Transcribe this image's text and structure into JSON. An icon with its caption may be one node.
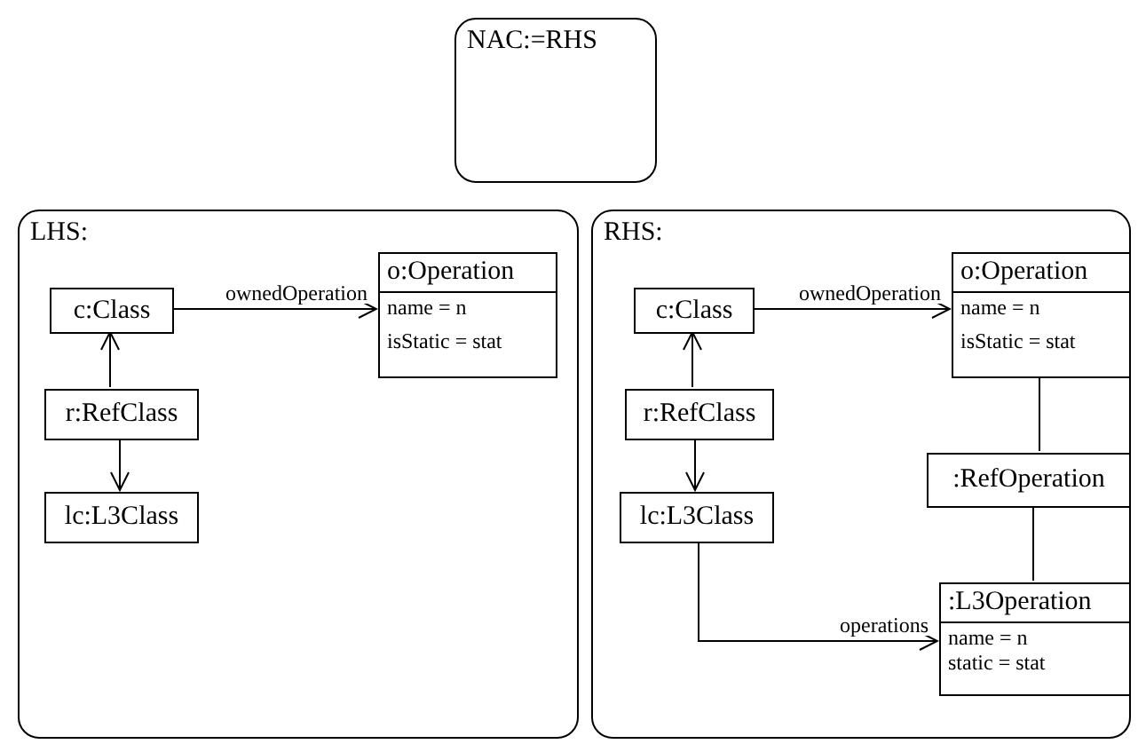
{
  "diagram": {
    "nodes": [
      {
        "text": [
          "NAC:=RHS"
        ]
      },
      {
        "text": [
          "LHS:"
        ]
      },
      {
        "text": [
          "c:Class"
        ],
        "in": 1
      },
      {
        "text": [
          "o:Operation",
          "name = n",
          "isStatic = stat"
        ],
        "in": 1
      },
      {
        "text": [
          "r:RefClass"
        ],
        "in": 1
      },
      {
        "text": [
          "lc:L3Class"
        ],
        "in": 1
      },
      {
        "text": [
          "RHS:"
        ]
      },
      {
        "text": [
          "c:Class"
        ],
        "in": 6
      },
      {
        "text": [
          "o:Operation",
          "name = n",
          "isStatic = stat"
        ],
        "in": 6
      },
      {
        "text": [
          "r:RefClass"
        ],
        "in": 6
      },
      {
        "text": [
          "lc:L3Class"
        ],
        "in": 6
      },
      {
        "text": [
          ":RefOperation"
        ],
        "in": 6
      },
      {
        "text": [
          ":L3Operation",
          "name = n",
          "static = stat"
        ],
        "in": 6
      }
    ],
    "edges": [
      {
        "from": 2,
        "to": 3,
        "arrow": "to",
        "label": "ownedOperation"
      },
      {
        "from": 4,
        "to": 2,
        "arrow": "to"
      },
      {
        "from": 4,
        "to": 5,
        "arrow": "to"
      },
      {
        "from": 7,
        "to": 8,
        "arrow": "to",
        "label": "ownedOperation"
      },
      {
        "from": 9,
        "to": 7,
        "arrow": "to"
      },
      {
        "from": 9,
        "to": 10,
        "arrow": "to"
      },
      {
        "from": 8,
        "to": 11,
        "arrow": "none"
      },
      {
        "from": 11,
        "to": 12,
        "arrow": "none"
      },
      {
        "from": 10,
        "to": 12,
        "arrow": "to",
        "label": "operations"
      }
    ]
  }
}
